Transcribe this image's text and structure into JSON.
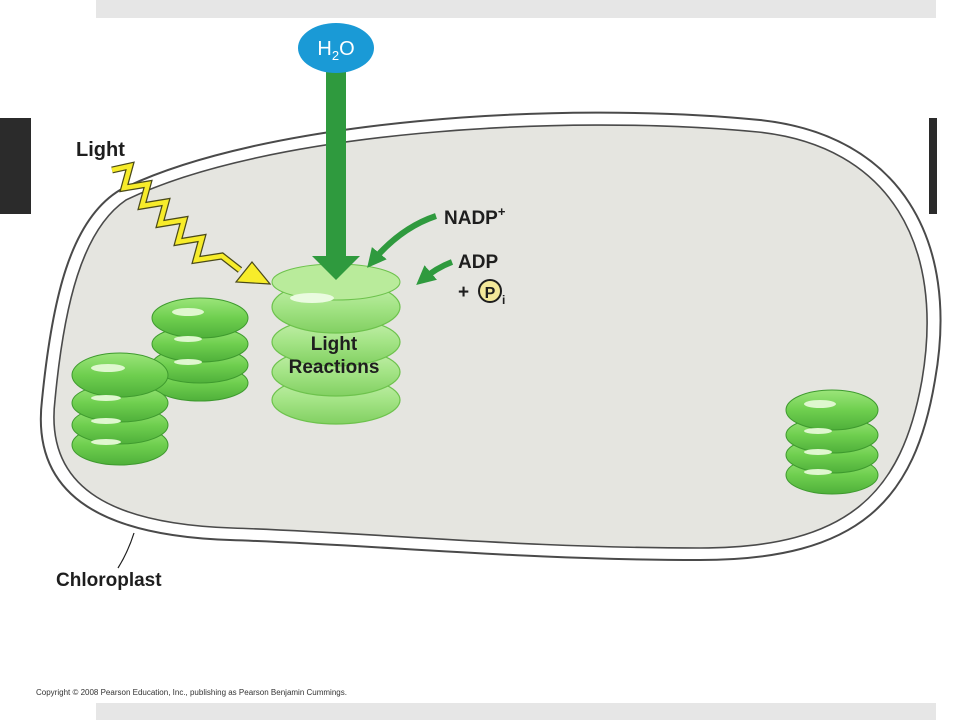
{
  "labels": {
    "water": "H",
    "water_sub": "2",
    "water_tail": "O",
    "light": "Light",
    "nadp": "NADP",
    "nadp_sup": "+",
    "adp": "ADP",
    "plus": "+",
    "phosphate": "P",
    "phosphate_sub": "i",
    "reactions_line1": "Light",
    "reactions_line2": "Reactions",
    "chloroplast": "Chloroplast"
  },
  "copyright": "Copyright © 2008 Pearson Education, Inc., publishing as Pearson Benjamin Cummings.",
  "colors": {
    "stroma": "#e5e5e0",
    "membrane": "#4a4a4a",
    "thylakoid": "#7cd45a",
    "thylakoid_dark": "#4fb03a",
    "arrow_green": "#2f9a3e",
    "water_blue": "#1a9ad6",
    "light_yellow": "#f7ec2a",
    "phosphate_yellow": "#f3e89a",
    "slide_band": "#e6e6e6",
    "slide_block": "#2b2b2b"
  }
}
